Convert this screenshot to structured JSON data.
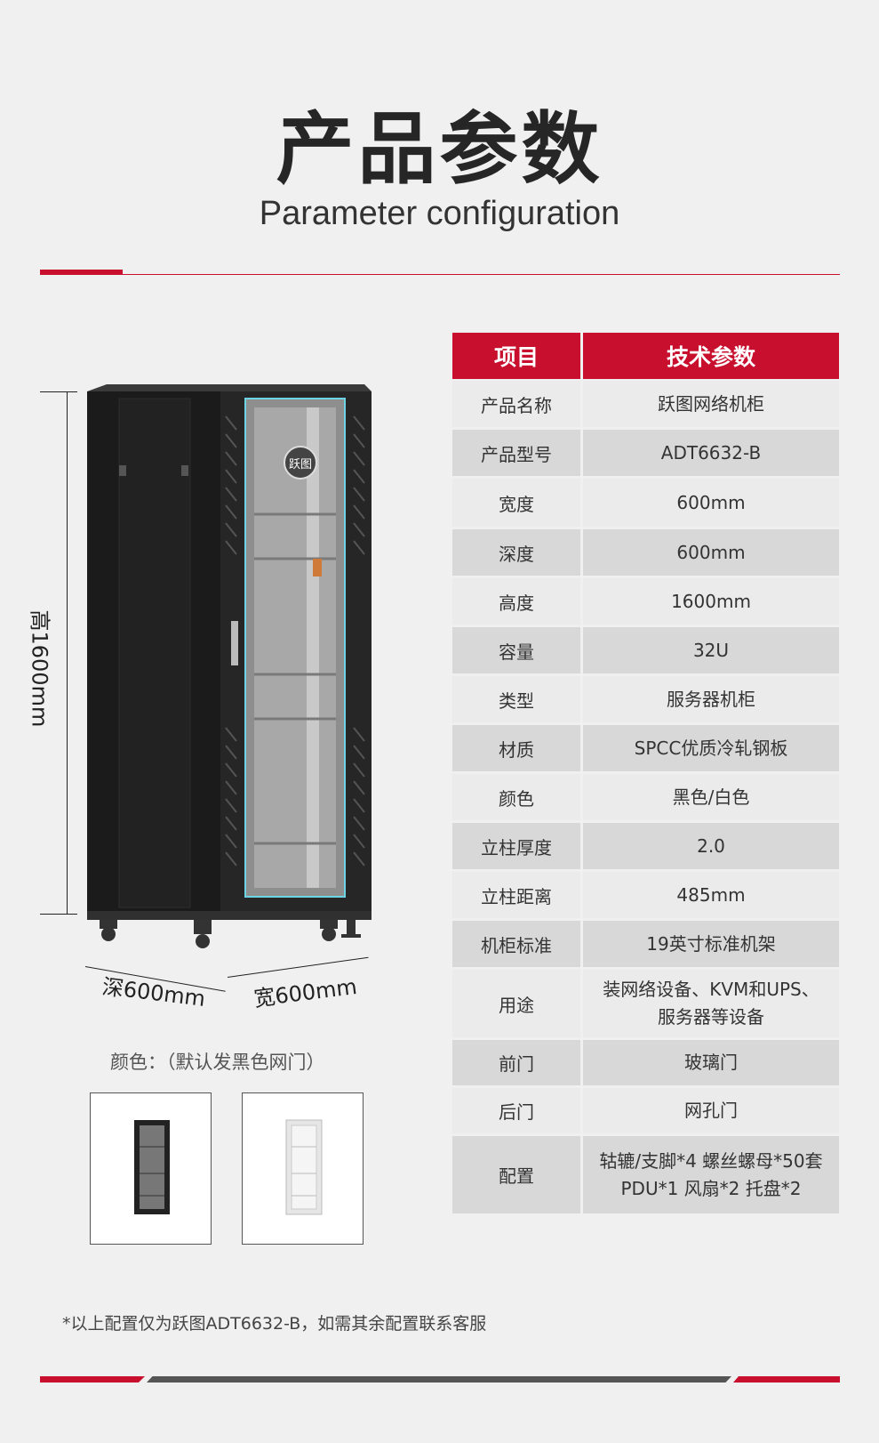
{
  "header": {
    "title_cn": "产品参数",
    "title_en": "Parameter configuration"
  },
  "table": {
    "col_item": "项目",
    "col_spec": "技术参数",
    "rows": [
      {
        "k": "产品名称",
        "v": "跃图网络机柜"
      },
      {
        "k": "产品型号",
        "v": "ADT6632-B"
      },
      {
        "k": "宽度",
        "v": "600mm"
      },
      {
        "k": "深度",
        "v": "600mm"
      },
      {
        "k": "高度",
        "v": "1600mm"
      },
      {
        "k": "容量",
        "v": "32U"
      },
      {
        "k": "类型",
        "v": "服务器机柜"
      },
      {
        "k": "材质",
        "v": "SPCC优质冷轧钢板"
      },
      {
        "k": "颜色",
        "v": "黑色/白色"
      },
      {
        "k": "立柱厚度",
        "v": "2.0"
      },
      {
        "k": "立柱距离",
        "v": "485mm"
      },
      {
        "k": "机柜标准",
        "v": "19英寸标准机架"
      },
      {
        "k": "用途",
        "v": "装网络设备、KVM和UPS、",
        "v2": "服务器等设备"
      },
      {
        "k": "前门",
        "v": "玻璃门"
      },
      {
        "k": "后门",
        "v": "网孔门"
      },
      {
        "k": "配置",
        "v": "轱辘/支脚*4 螺丝螺母*50套",
        "v2": "PDU*1 风扇*2  托盘*2"
      }
    ]
  },
  "product": {
    "brand_logo": "跃图",
    "height_label": "高1600mm",
    "depth_label": "深600mm",
    "width_label": "宽600mm"
  },
  "colors": {
    "label": "颜色：（默认发黑色网门）",
    "accent": "#c8102e"
  },
  "footer": {
    "note": "*以上配置仅为跃图ADT6632-B，如需其余配置联系客服"
  }
}
